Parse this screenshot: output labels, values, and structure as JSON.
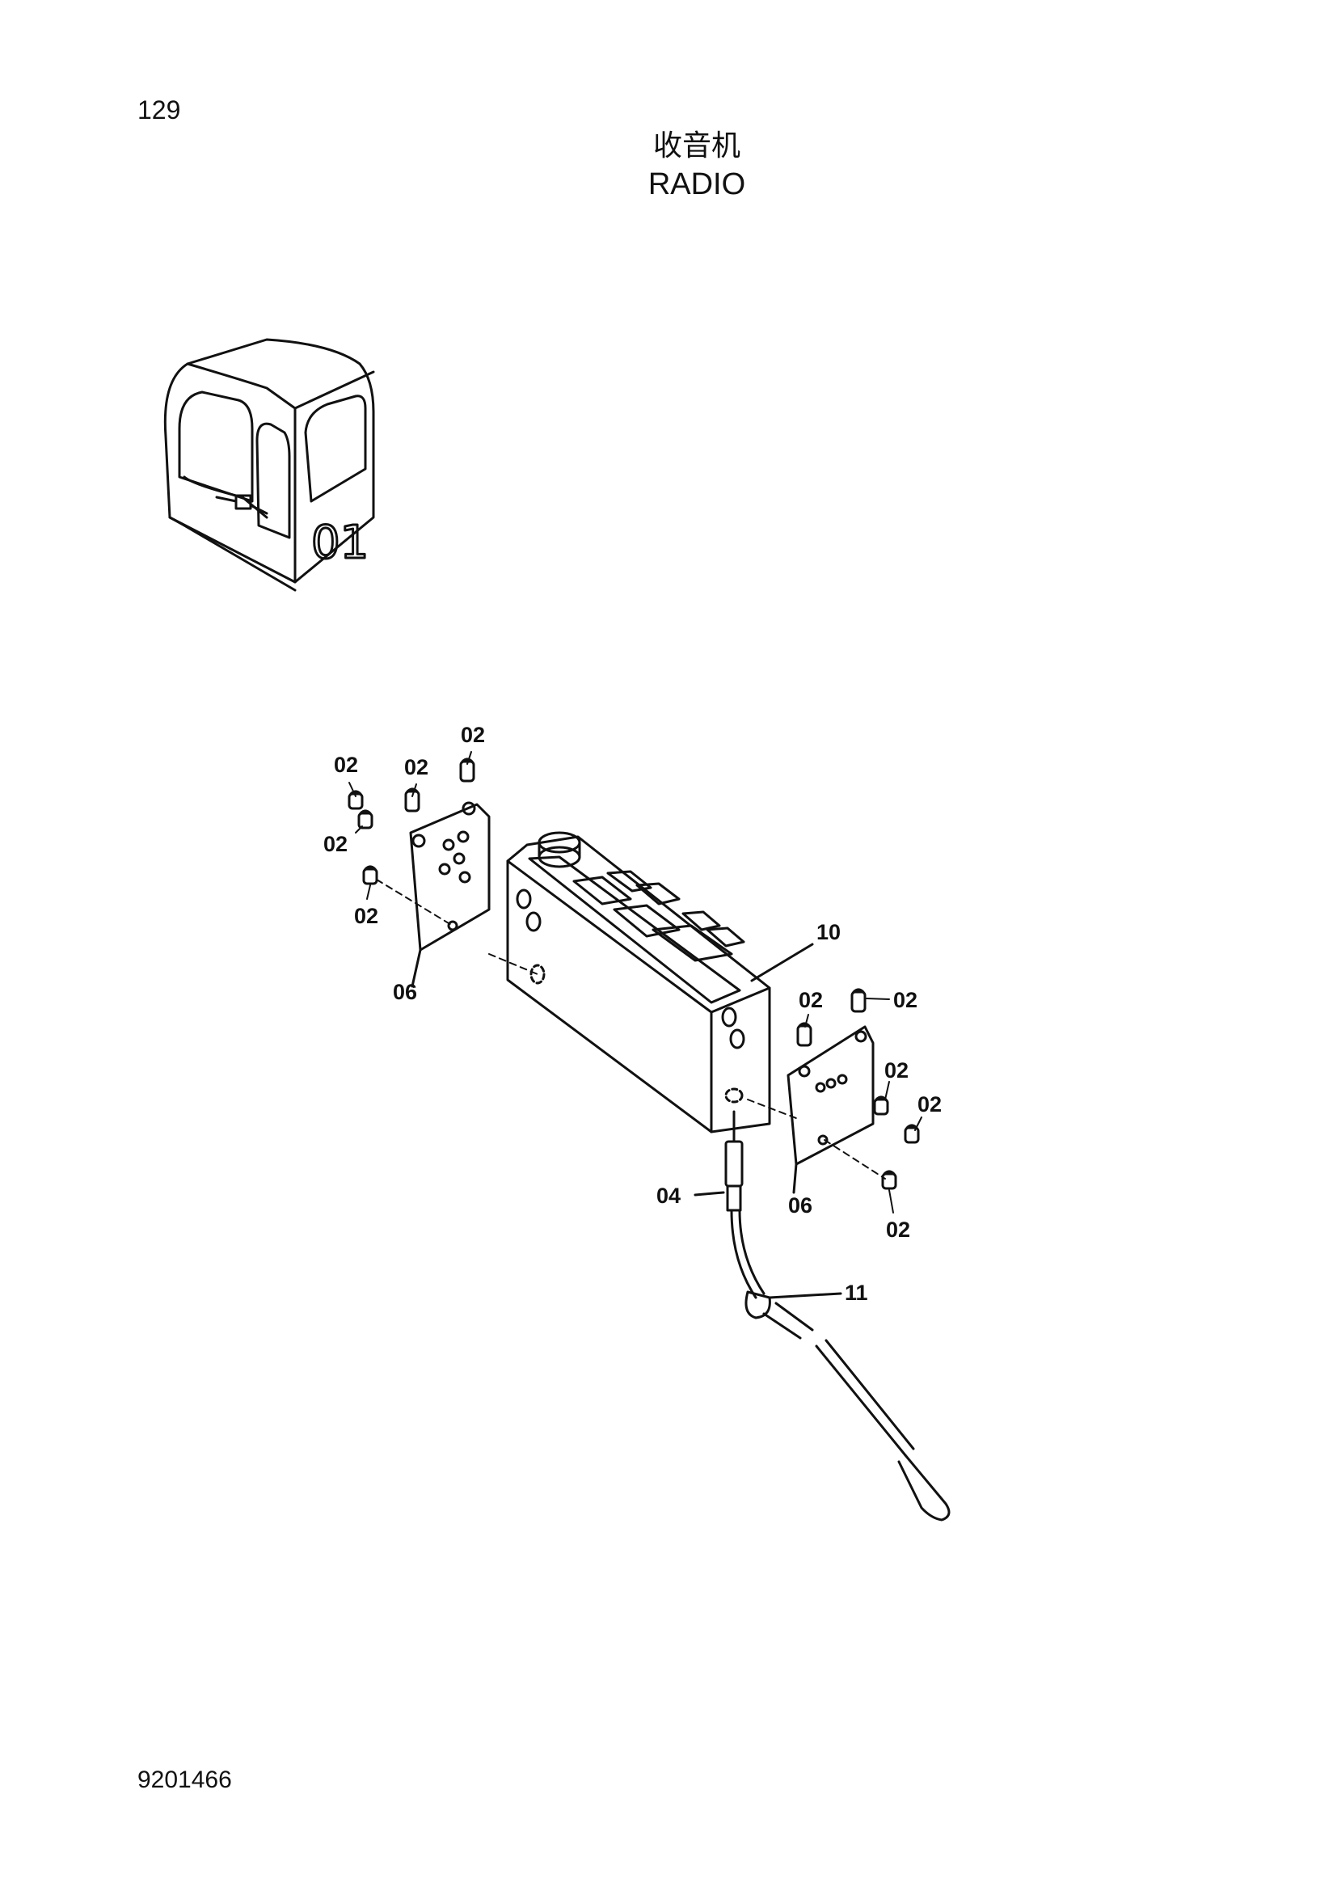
{
  "page": {
    "number": "129",
    "title_cn": "收音机",
    "title_en": "RADIO",
    "doc_number": "9201466"
  },
  "inset": {
    "cab_label": "01"
  },
  "callouts": [
    {
      "id": "c1",
      "text": "02"
    },
    {
      "id": "c2",
      "text": "02"
    },
    {
      "id": "c3",
      "text": "02"
    },
    {
      "id": "c4",
      "text": "02"
    },
    {
      "id": "c5",
      "text": "02"
    },
    {
      "id": "c6",
      "text": "06"
    },
    {
      "id": "c7",
      "text": "10"
    },
    {
      "id": "c8",
      "text": "02"
    },
    {
      "id": "c9",
      "text": "02"
    },
    {
      "id": "c10",
      "text": "02"
    },
    {
      "id": "c11",
      "text": "02"
    },
    {
      "id": "c12",
      "text": "06"
    },
    {
      "id": "c13",
      "text": "02"
    },
    {
      "id": "c14",
      "text": "04"
    },
    {
      "id": "c15",
      "text": "11"
    }
  ]
}
